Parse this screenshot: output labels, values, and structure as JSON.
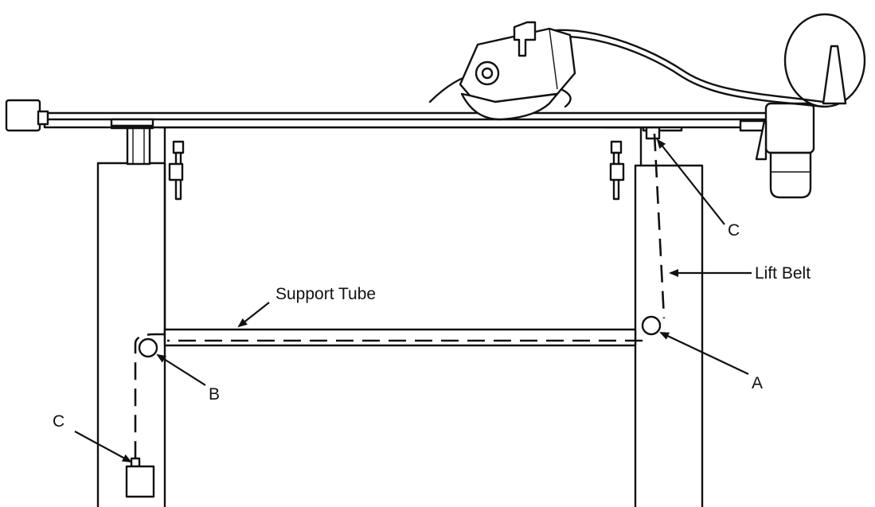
{
  "labels": {
    "support_tube": "Support Tube",
    "lift_belt": "Lift Belt",
    "pulley_a": "A",
    "pulley_b": "B",
    "clamp_top_right": "C",
    "clamp_bottom_left": "C"
  },
  "colors": {
    "ink": "#111111",
    "background": "#ffffff"
  }
}
